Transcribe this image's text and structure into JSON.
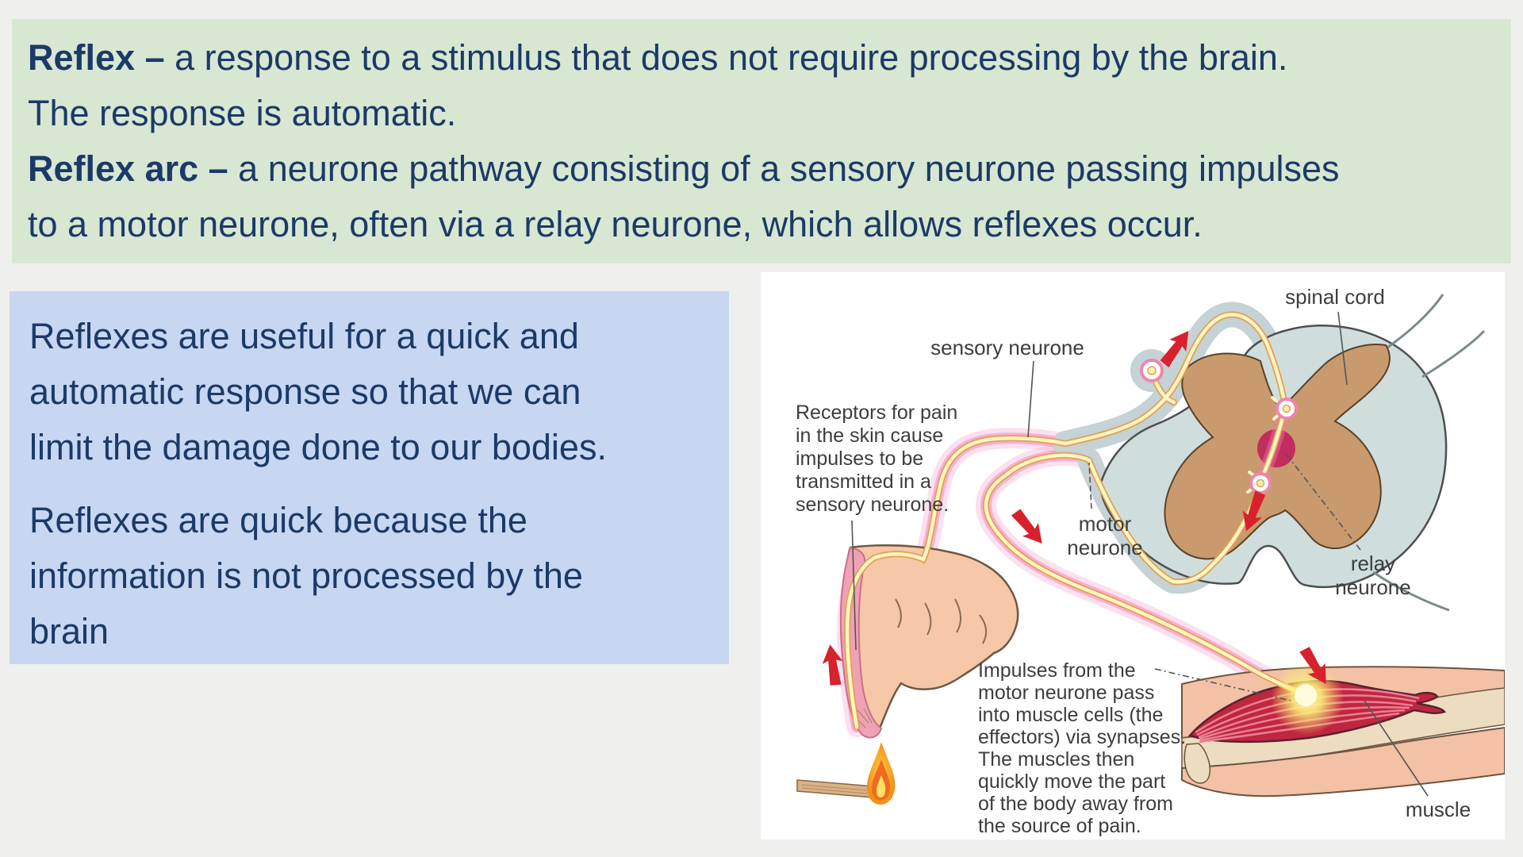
{
  "theme": {
    "page_bg": "#eff0ed",
    "green_bg": "#d8e7d1",
    "blue_bg": "#c7d7f1",
    "text_navy": "#1b3a68",
    "label_grey": "#3d3d3d",
    "panel_bg": "#ffffff",
    "arrow_red": "#d7212c",
    "nerve_cream": "#fcf4c4",
    "nerve_edge": "#e2a14d",
    "glow_pink": "#f374b8",
    "cord_grey": "#cfdddd",
    "grey_matter_tan": "#c89a6d",
    "canal_crimson": "#c02d5e",
    "skin": "#f6c8a7",
    "flap_pink": "#f0a2b5",
    "muscle_red": "#c0273f"
  },
  "green_box": {
    "lines": [
      {
        "b": "Reflex – ",
        "t": "a response to a stimulus that does not require processing by the brain."
      },
      {
        "b": "",
        "t": "The response is automatic."
      },
      {
        "b": "Reflex arc – ",
        "t": "a neurone pathway consisting of a sensory neurone passing impulses"
      },
      {
        "b": "",
        "t": "to a motor neurone, often via a relay neurone, which allows reflexes occur."
      }
    ]
  },
  "blue_box": {
    "lines": [
      "Reflexes are useful for a quick and",
      "automatic response so that we can",
      "limit the damage done to our bodies.",
      "Reflexes are quick because the",
      "information is not processed by the",
      "brain"
    ]
  },
  "diagram": {
    "labels": {
      "spinal_cord": "spinal cord",
      "sensory_neurone": "sensory neurone",
      "motor_neurone": [
        "motor",
        "neurone"
      ],
      "relay_neurone": [
        "relay",
        "neurone"
      ],
      "muscle": "muscle",
      "receptors_caption": [
        "Receptors for pain",
        "in the skin cause",
        "impulses to be",
        "transmitted in a",
        "sensory neurone."
      ],
      "impulses_caption": [
        "Impulses from the",
        "motor neurone pass",
        "into muscle cells (the",
        "effectors) via synapses.",
        "The muscles then",
        "quickly move the part",
        "of the body away from",
        "the source of pain."
      ]
    }
  }
}
